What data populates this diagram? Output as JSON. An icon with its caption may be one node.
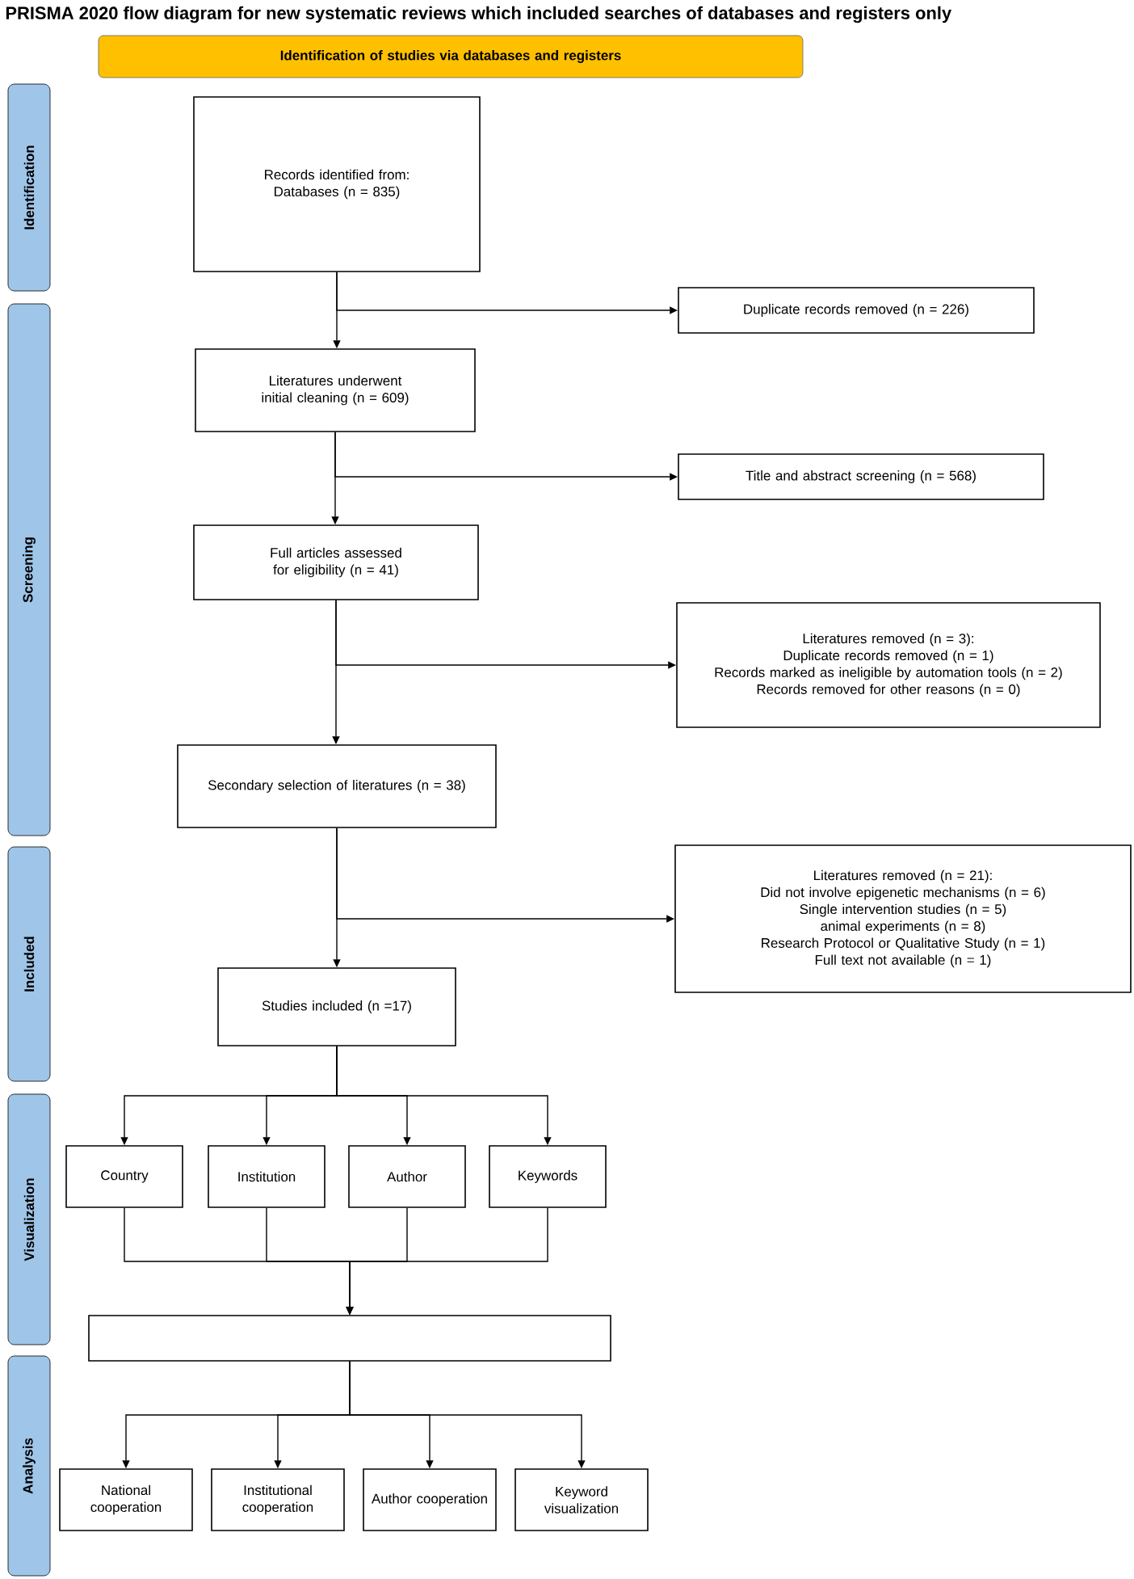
{
  "diagram": {
    "title": "PRISMA 2020 flow diagram for new systematic reviews which included searches of databases and registers only",
    "nodes": [
      {
        "text": [
          "Identification of studies via databases and registers"
        ]
      },
      {
        "text": [
          "Identification"
        ]
      },
      {
        "text": [
          "Screening"
        ]
      },
      {
        "text": [
          "Included"
        ]
      },
      {
        "text": [
          "Visualization"
        ]
      },
      {
        "text": [
          "Analysis"
        ]
      },
      {
        "text": [
          "Records identified from: Databases (n = 835)"
        ]
      },
      {
        "text": [
          "Duplicate records removed (n = 226)"
        ]
      },
      {
        "text": [
          "Literatures underwent initial cleaning (n = 609)"
        ]
      },
      {
        "text": [
          "Title and abstract screening (n = 568)"
        ]
      },
      {
        "text": [
          "Full articles assessed for eligibility (n = 41)"
        ]
      },
      {
        "text": [
          "Literatures removed (n = 3):",
          "Duplicate records removed (n = 1)",
          "Records marked as ineligible by automation tools (n = 2)",
          "Records removed for other reasons (n = 0)"
        ]
      },
      {
        "text": [
          "Secondary selection of literatures (n = 38)"
        ]
      },
      {
        "text": [
          "Literatures removed (n = 21):",
          "Did not involve epigenetic mechanisms (n = 6)",
          "Single intervention studies (n = 5)",
          "animal experiments (n = 8)",
          "Research Protocol or Qualitative Study (n = 1)",
          "Full text not available (n = 1)"
        ]
      },
      {
        "text": [
          "Studies included (n =17)"
        ]
      },
      {
        "text": [
          "Country"
        ]
      },
      {
        "text": [
          "Institution"
        ]
      },
      {
        "text": [
          "Author"
        ]
      },
      {
        "text": [
          "Keywords"
        ]
      },
      {
        "text": [],
        "shape": "box"
      },
      {
        "text": [
          "National cooperation"
        ]
      },
      {
        "text": [
          "Institutional cooperation"
        ]
      },
      {
        "text": [
          "Author cooperation"
        ]
      },
      {
        "text": [
          "Keyword visualization"
        ]
      }
    ],
    "edges": [
      {
        "from": 6,
        "to": 7,
        "arrow": "to"
      },
      {
        "from": 6,
        "to": 8,
        "arrow": "to"
      },
      {
        "from": 8,
        "to": 9,
        "arrow": "to"
      },
      {
        "from": 8,
        "to": 10,
        "arrow": "to"
      },
      {
        "from": 10,
        "to": 11,
        "arrow": "to"
      },
      {
        "from": 10,
        "to": 12,
        "arrow": "to"
      },
      {
        "from": 12,
        "to": 13,
        "arrow": "to"
      },
      {
        "from": 12,
        "to": 14,
        "arrow": "to"
      },
      {
        "from": 14,
        "to": 15,
        "arrow": "to"
      },
      {
        "from": 14,
        "to": 16,
        "arrow": "to"
      },
      {
        "from": 14,
        "to": 17,
        "arrow": "to"
      },
      {
        "from": 14,
        "to": 18,
        "arrow": "to"
      },
      {
        "from": 15,
        "to": 19,
        "arrow": "to"
      },
      {
        "from": 16,
        "to": 19,
        "arrow": "to"
      },
      {
        "from": 17,
        "to": 19,
        "arrow": "to"
      },
      {
        "from": 18,
        "to": 19,
        "arrow": "to"
      },
      {
        "from": 19,
        "to": 20,
        "arrow": "to"
      },
      {
        "from": 19,
        "to": 21,
        "arrow": "to"
      },
      {
        "from": 19,
        "to": 22,
        "arrow": "to"
      },
      {
        "from": 19,
        "to": 23,
        "arrow": "to"
      }
    ]
  }
}
